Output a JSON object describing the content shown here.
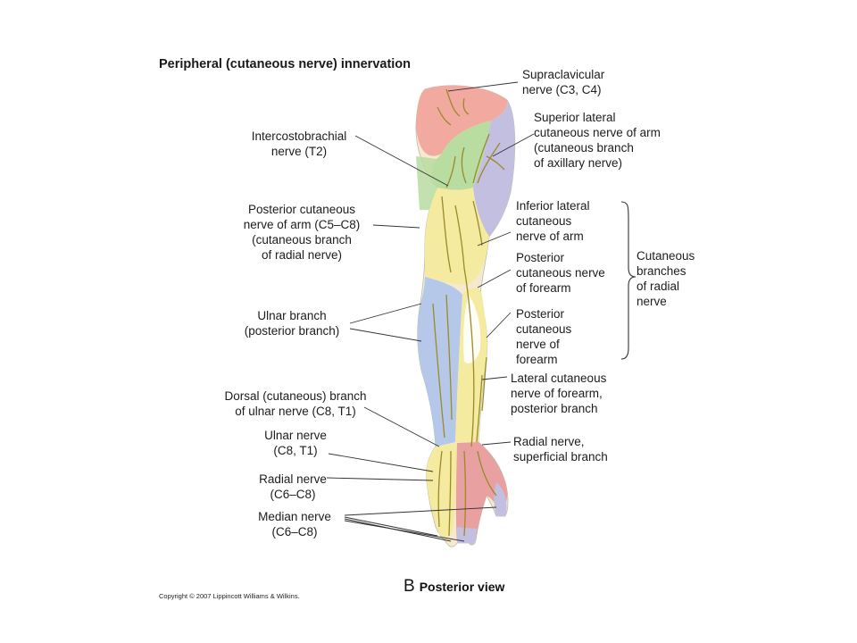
{
  "title": "Peripheral (cutaneous nerve) innervation",
  "labels": {
    "supraclavicular": "Supraclavicular\nnerve (C3, C4)",
    "superior_lateral": "Superior lateral\ncutaneous nerve of arm\n(cutaneous branch\nof axillary nerve)",
    "intercostobrachial": "Intercostobrachial\nnerve (T2)",
    "posterior_cutaneous_arm": "Posterior cutaneous\nnerve of arm (C5–C8)\n(cutaneous branch\nof radial nerve)",
    "inferior_lateral": "Inferior lateral\ncutaneous\nnerve of arm",
    "posterior_cutaneous_forearm_1": "Posterior\ncutaneous nerve\nof forearm",
    "posterior_cutaneous_forearm_2": "Posterior\ncutaneous\nnerve of\nforearm",
    "cutaneous_branches": "Cutaneous\nbranches\nof radial\nnerve",
    "ulnar_branch": "Ulnar branch\n(posterior branch)",
    "lateral_cutaneous_forearm": "Lateral cutaneous\nnerve of forearm,\nposterior branch",
    "dorsal_ulnar": "Dorsal (cutaneous) branch\nof ulnar nerve (C8, T1)",
    "ulnar_nerve": "Ulnar nerve\n(C8, T1)",
    "radial_superficial": "Radial nerve,\nsuperficial branch",
    "radial_nerve": "Radial nerve\n(C6–C8)",
    "median_nerve": "Median nerve\n(C6–C8)"
  },
  "view_letter": "B",
  "view_label": "Posterior view",
  "copyright": "Copyright © 2007 Lippincott Williams & Wilkins.",
  "colors": {
    "supraclavicular": "#f2a9a0",
    "intercostobrachial": "#b9dca0",
    "axillary": "#c3bfe0",
    "radial": "#f4eaa0",
    "ulnar": "#b5c8ea",
    "median": "#e8a0a0",
    "nerve": "#9a8a2a"
  }
}
